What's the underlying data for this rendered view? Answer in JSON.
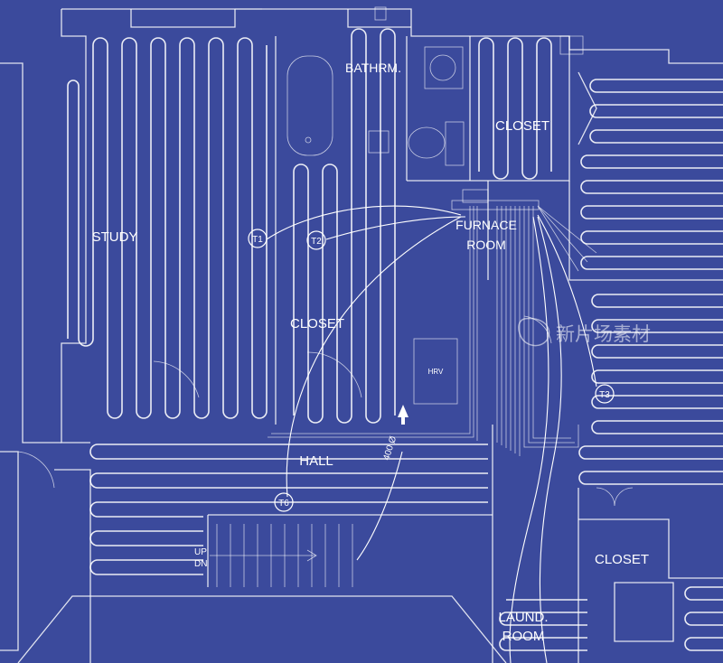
{
  "colors": {
    "background": "#3b4a9c",
    "line": "#ffffff"
  },
  "rooms": {
    "study": "STUDY",
    "bathroom": "BATHRM.",
    "closet_top_right": "CLOSET",
    "furnace_line1": "FURNACE",
    "furnace_line2": "ROOM",
    "closet_center": "CLOSET",
    "hall": "HALL",
    "closet_bottom_right": "CLOSET",
    "laundry_line1": "LAUND.",
    "laundry_line2": "ROOM"
  },
  "equipment": {
    "hrv": "HRV",
    "duct_size": "400 Ø"
  },
  "stair": {
    "up": "UP",
    "dn": "DN"
  },
  "thermostats": {
    "t1": "T1",
    "t2": "T2",
    "t3": "T3",
    "t6": "T6"
  },
  "watermark": "新片场素材"
}
